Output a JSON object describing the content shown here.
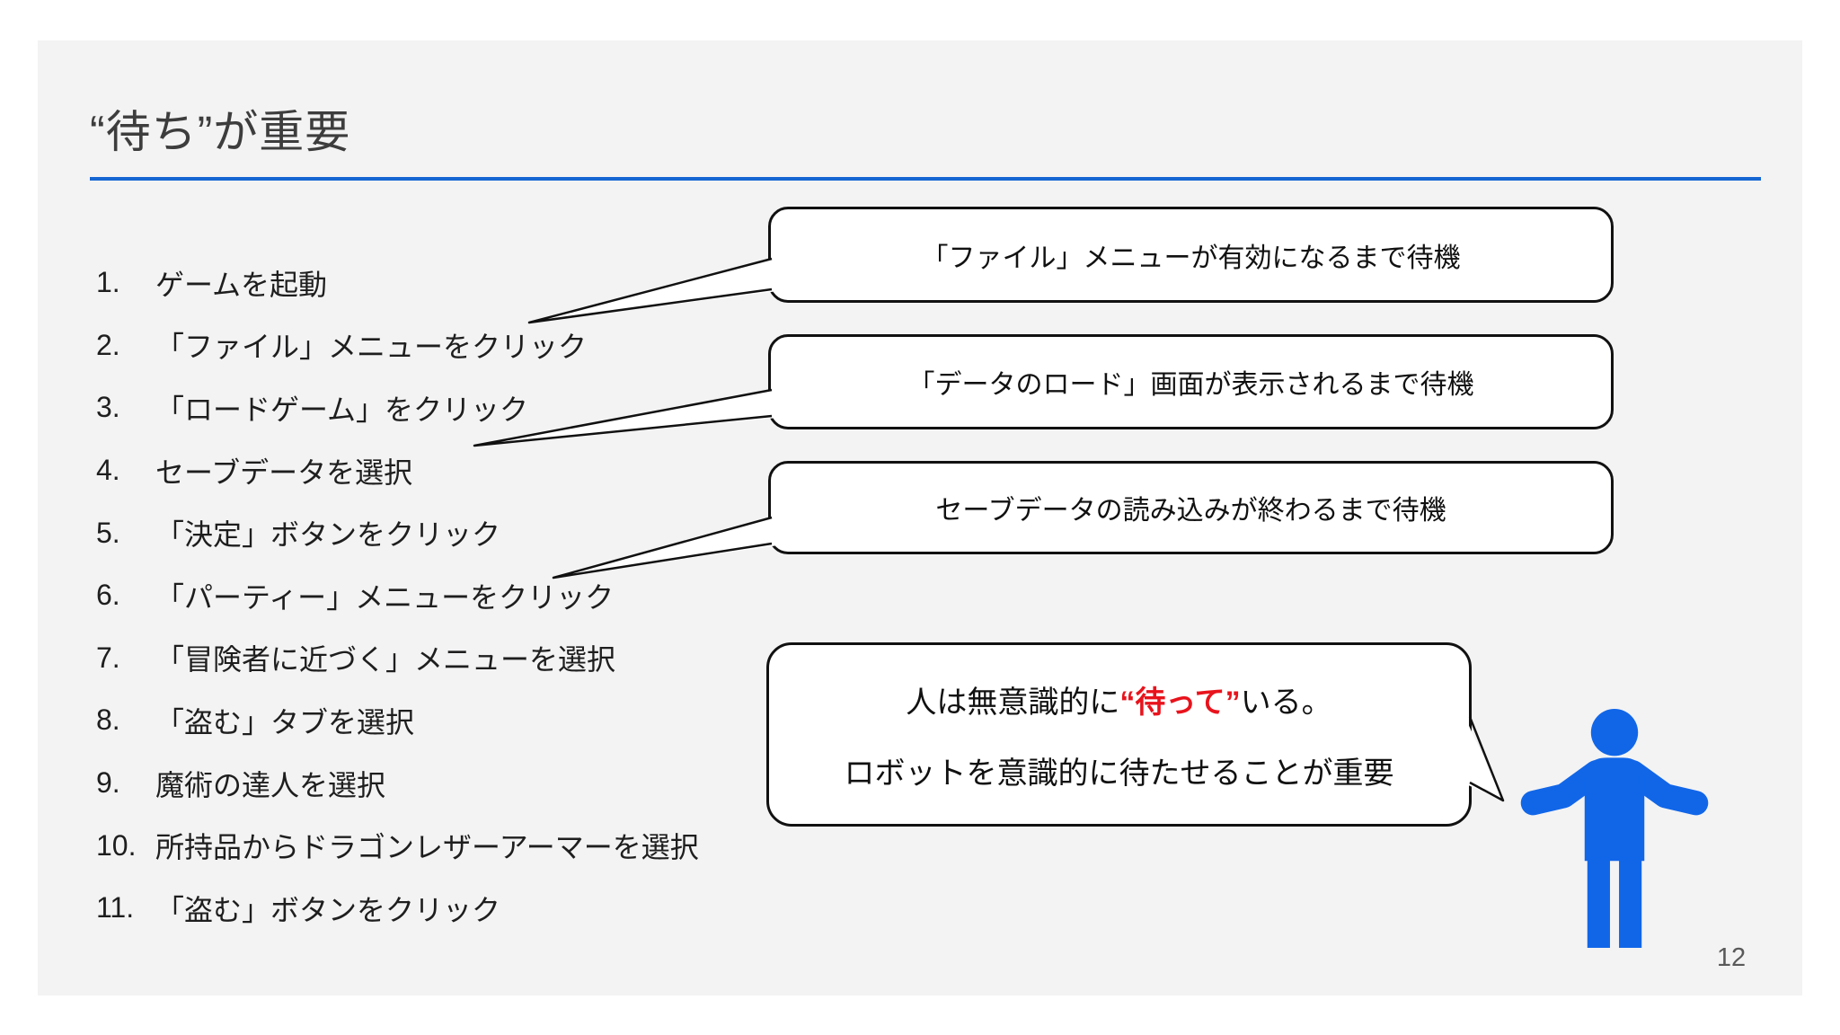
{
  "slide": {
    "title": "“待ち”が重要",
    "page_number": "12"
  },
  "steps": {
    "items": [
      {
        "num": "1.",
        "text": "ゲームを起動"
      },
      {
        "num": "2.",
        "text": "「ファイル」メニューをクリック"
      },
      {
        "num": "3.",
        "text": "「ロードゲーム」をクリック"
      },
      {
        "num": "4.",
        "text": "セーブデータを選択"
      },
      {
        "num": "5.",
        "text": "「決定」ボタンをクリック"
      },
      {
        "num": "6.",
        "text": "「パーティー」メニューをクリック"
      },
      {
        "num": "7.",
        "text": "「冒険者に近づく」メニューを選択"
      },
      {
        "num": "8.",
        "text": "「盗む」タブを選択"
      },
      {
        "num": "9.",
        "text": "魔術の達人を選択"
      },
      {
        "num": "10.",
        "text": "所持品からドラゴンレザーアーマーを選択"
      },
      {
        "num": "11.",
        "text": "「盗む」ボタンをクリック"
      }
    ]
  },
  "callouts": [
    {
      "text": "「ファイル」メニューが有効になるまで待機"
    },
    {
      "text": "「データのロード」画面が表示されるまで待機"
    },
    {
      "text": "セーブデータの読み込みが終わるまで待機"
    }
  ],
  "summary": {
    "line1_prefix": "人は無意識的に",
    "line1_highlight": "“待って”",
    "line1_suffix": "いる。",
    "line2": "ロボットを意識的に待たせることが重要"
  },
  "colors": {
    "accent_blue": "#1565D2",
    "person_blue": "#1166E8",
    "highlight_red": "#E8131C"
  }
}
